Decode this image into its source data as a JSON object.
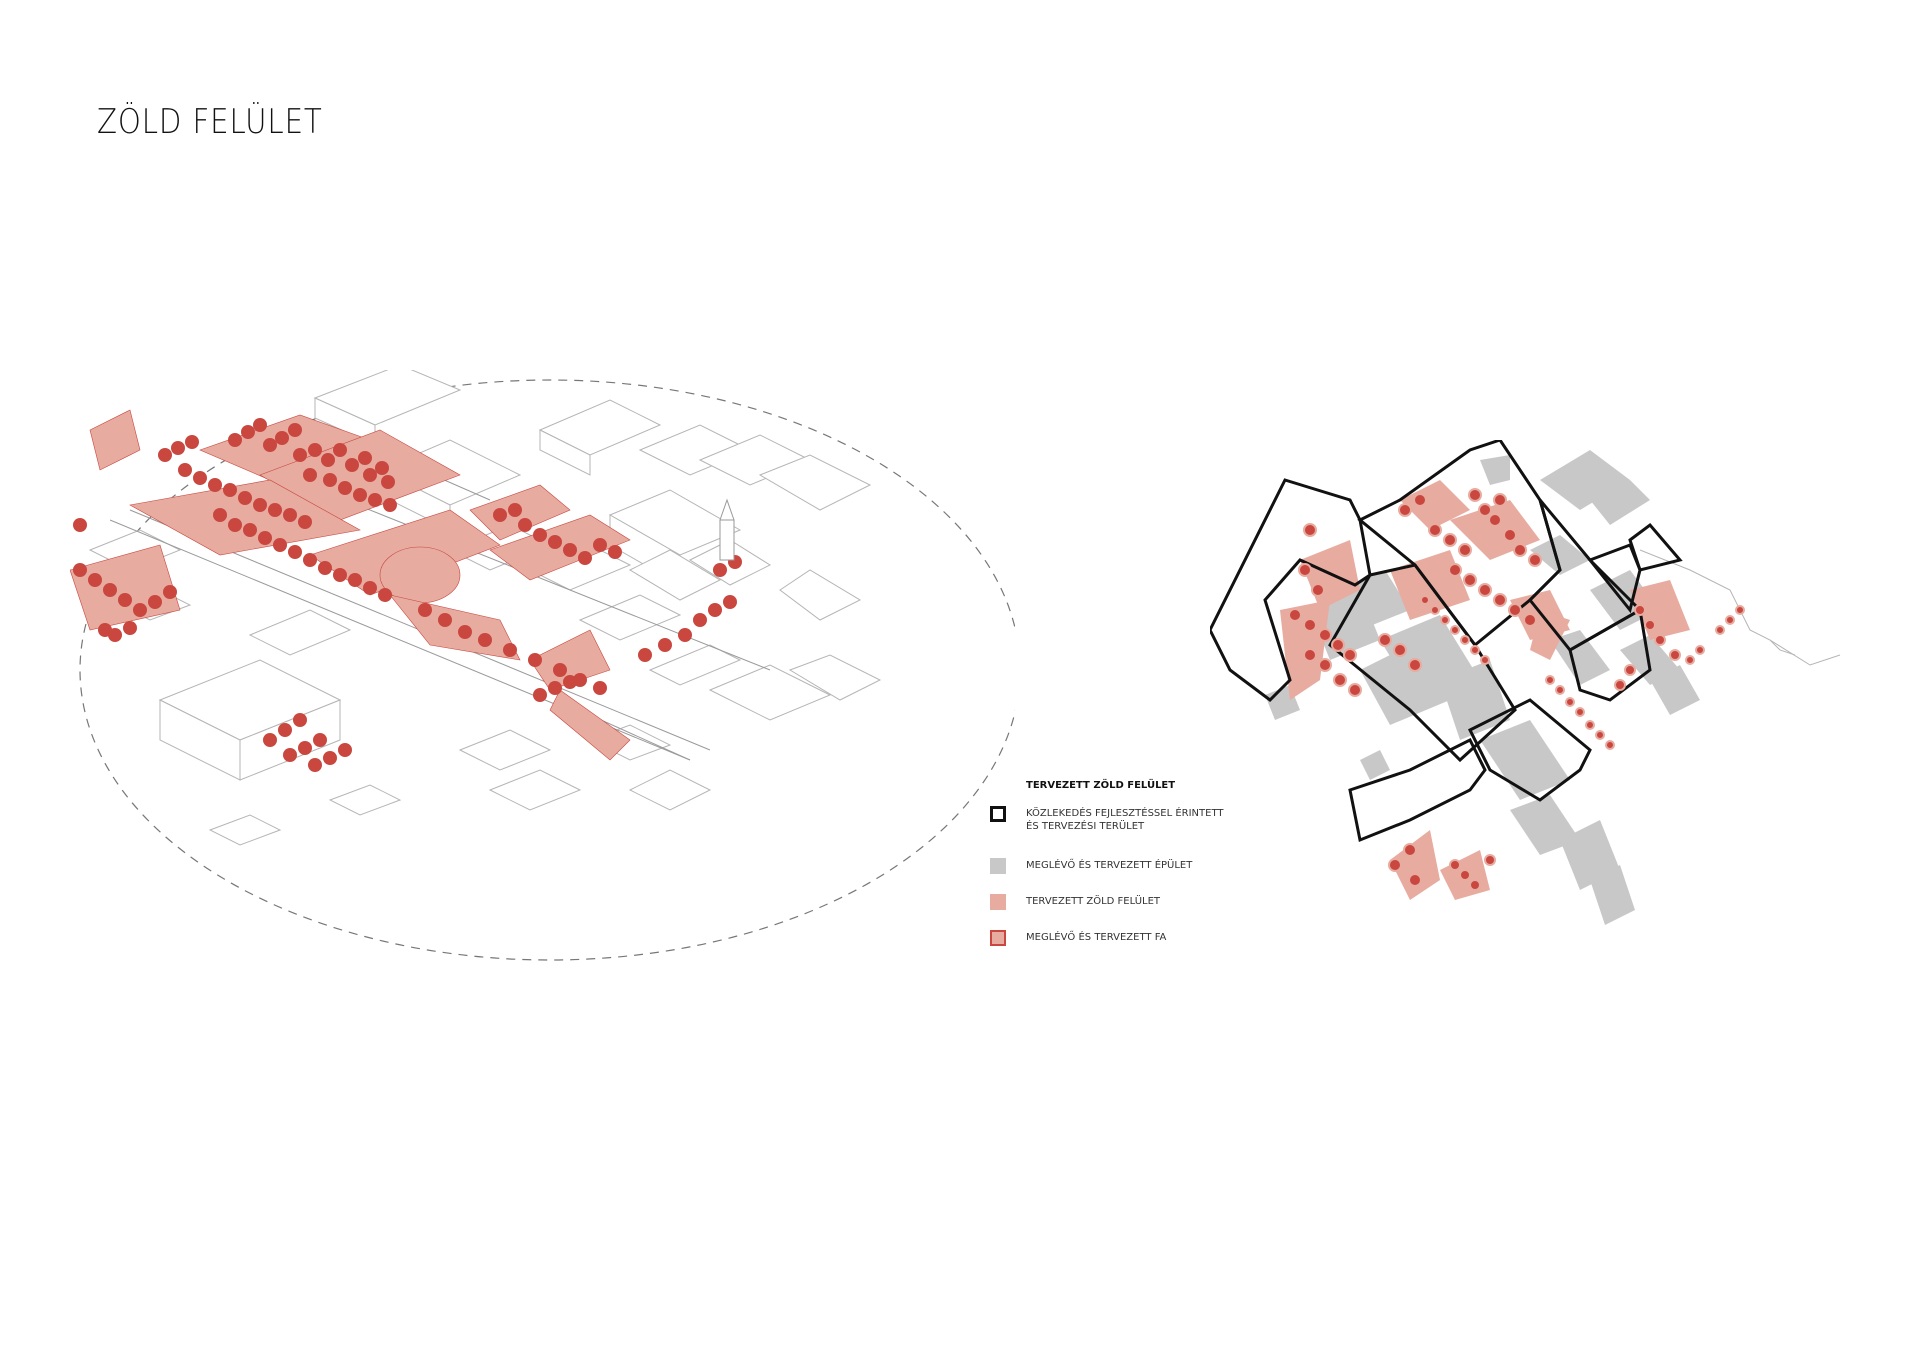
{
  "title": "ZÖLD FELÜLET",
  "legend": {
    "title": "TERVEZETT ZÖLD FELÜLET",
    "items": [
      {
        "label_line1": "KÖZLEKEDÉS FEJLESZTÉSSEL ÉRINTETT",
        "label_line2": "ÉS TERVEZÉSI TERÜLET",
        "symbol": "boundary-outline"
      },
      {
        "label_line1": "MEGLÉVŐ ÉS TERVEZETT ÉPÜLET",
        "symbol": "grey-fill"
      },
      {
        "label_line1": "TERVEZETT ZÖLD FELÜLET",
        "symbol": "pink-fill"
      },
      {
        "label_line1": "MEGLÉVŐ ÉS TERVEZETT FA",
        "symbol": "tree-marker"
      }
    ]
  },
  "colors": {
    "tree_red": "#c9473f",
    "green_area_pink": "#e7aba0",
    "building_grey": "#c8c8c8",
    "boundary_black": "#111111",
    "linework_grey": "#b5b5b5"
  }
}
